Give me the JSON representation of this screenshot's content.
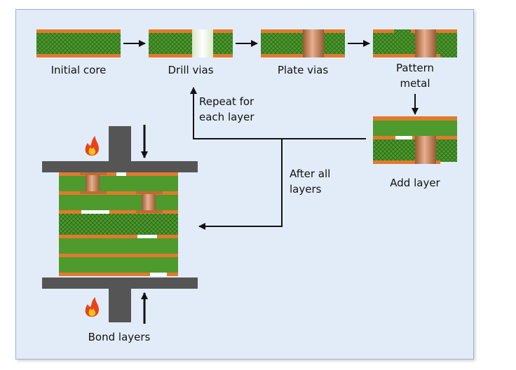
{
  "labels": {
    "initial_core": "Initial core",
    "drill_vias": "Drill vias",
    "plate_vias": "Plate vias",
    "pattern_metal_line1": "Pattern",
    "pattern_metal_line2": "metal",
    "add_layer": "Add layer",
    "repeat_line1": "Repeat for",
    "repeat_line2": "each layer",
    "after_line1": "After all",
    "after_line2": "layers",
    "bond_layers": "Bond layers"
  },
  "colors": {
    "panel_bg": "#e2ecf8",
    "copper_foil": "#e07a2e",
    "laminate_green": "#4f9a2c",
    "mesh_green": "#2f7a1c",
    "copper_via": "#c8845a",
    "press_gray": "#555555",
    "arrow": "#111111",
    "flame_outer": "#e8431a",
    "flame_inner": "#f7c21b"
  },
  "icons": [
    "flame-icon",
    "press-arrow-icon"
  ]
}
